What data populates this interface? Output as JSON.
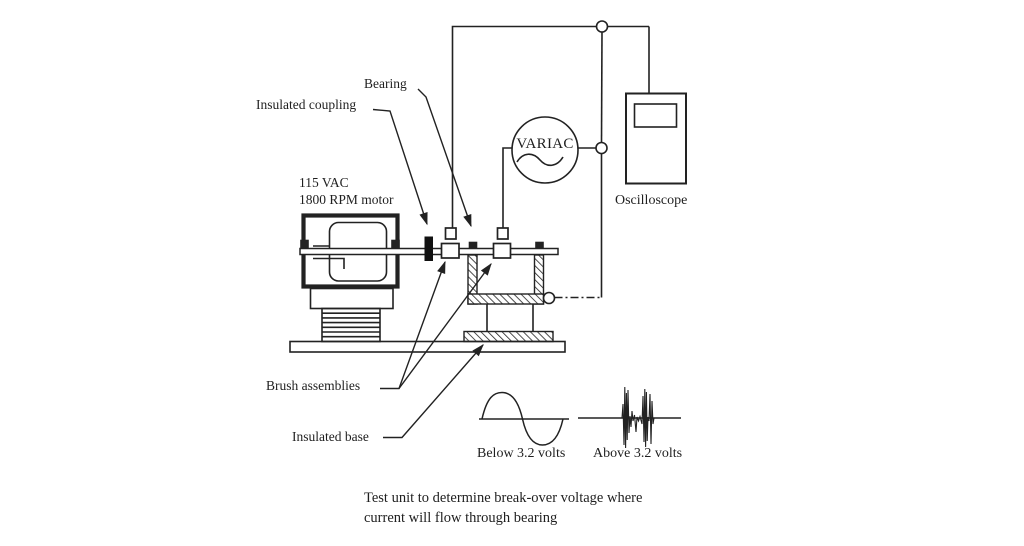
{
  "diagram": {
    "component_labels": {
      "bearing": "Bearing",
      "insulated_coupling": "Insulated coupling",
      "motor_spec_line1": "115 VAC",
      "motor_spec_line2": "1800 RPM motor",
      "variac": "VARIAC",
      "oscilloscope": "Oscilloscope",
      "brush_assemblies": "Brush assemblies",
      "insulated_base": "Insulated base"
    },
    "waveforms": {
      "below_threshold_label": "Below 3.2 volts",
      "above_threshold_label": "Above 3.2 volts"
    },
    "caption": {
      "line1": "Test unit to determine break-over voltage where",
      "line2": "current will flow through bearing"
    },
    "colors": {
      "line": "#1f1f1f",
      "background": "#ffffff"
    }
  }
}
